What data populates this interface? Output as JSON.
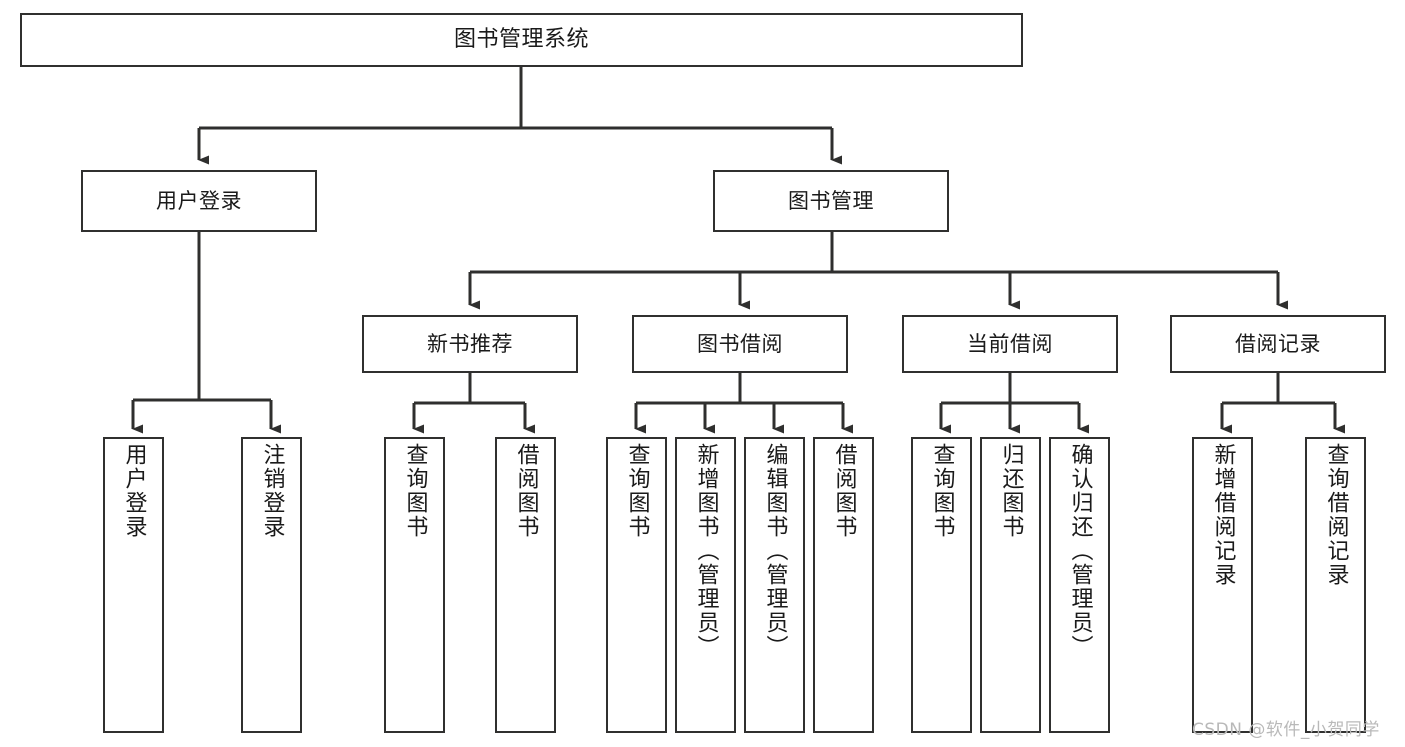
{
  "diagram": {
    "title": "图书管理系统",
    "type": "tree",
    "watermark": "CSDN @软件_小贺同学",
    "style": {
      "box_border_color": "#30302f",
      "box_fill": "#ffffff",
      "edge_color": "#2f2f2e",
      "text_color": "#1a1a1a",
      "watermark_color": "#b9b9b9",
      "background": "#ffffff"
    },
    "nodes": {
      "root": {
        "label": "图书管理系统"
      },
      "level2": [
        {
          "id": "user-login",
          "label": "用户登录"
        },
        {
          "id": "book-manage",
          "label": "图书管理"
        }
      ],
      "level3": [
        {
          "id": "new-book-rec",
          "label": "新书推荐"
        },
        {
          "id": "book-borrow",
          "label": "图书借阅"
        },
        {
          "id": "current-borrow",
          "label": "当前借阅"
        },
        {
          "id": "borrow-record",
          "label": "借阅记录"
        }
      ],
      "leaves": {
        "user-login": [
          {
            "id": "leaf-user-login",
            "label": "用户登录"
          },
          {
            "id": "leaf-logout",
            "label": "注销登录"
          }
        ],
        "new-book-rec": [
          {
            "id": "leaf-query-book-1",
            "label": "查询图书"
          },
          {
            "id": "leaf-borrow-book-1",
            "label": "借阅图书"
          }
        ],
        "book-borrow": [
          {
            "id": "leaf-query-book-2",
            "label": "查询图书"
          },
          {
            "id": "leaf-add-book",
            "label": "新增图书（管理员）"
          },
          {
            "id": "leaf-edit-book",
            "label": "编辑图书（管理员）"
          },
          {
            "id": "leaf-borrow-book-2",
            "label": "借阅图书"
          }
        ],
        "current-borrow": [
          {
            "id": "leaf-query-book-3",
            "label": "查询图书"
          },
          {
            "id": "leaf-return-book",
            "label": "归还图书"
          },
          {
            "id": "leaf-confirm-return",
            "label": "确认归还（管理员）"
          }
        ],
        "borrow-record": [
          {
            "id": "leaf-add-record",
            "label": "新增借阅记录"
          },
          {
            "id": "leaf-query-record",
            "label": "查询借阅记录"
          }
        ]
      }
    }
  }
}
